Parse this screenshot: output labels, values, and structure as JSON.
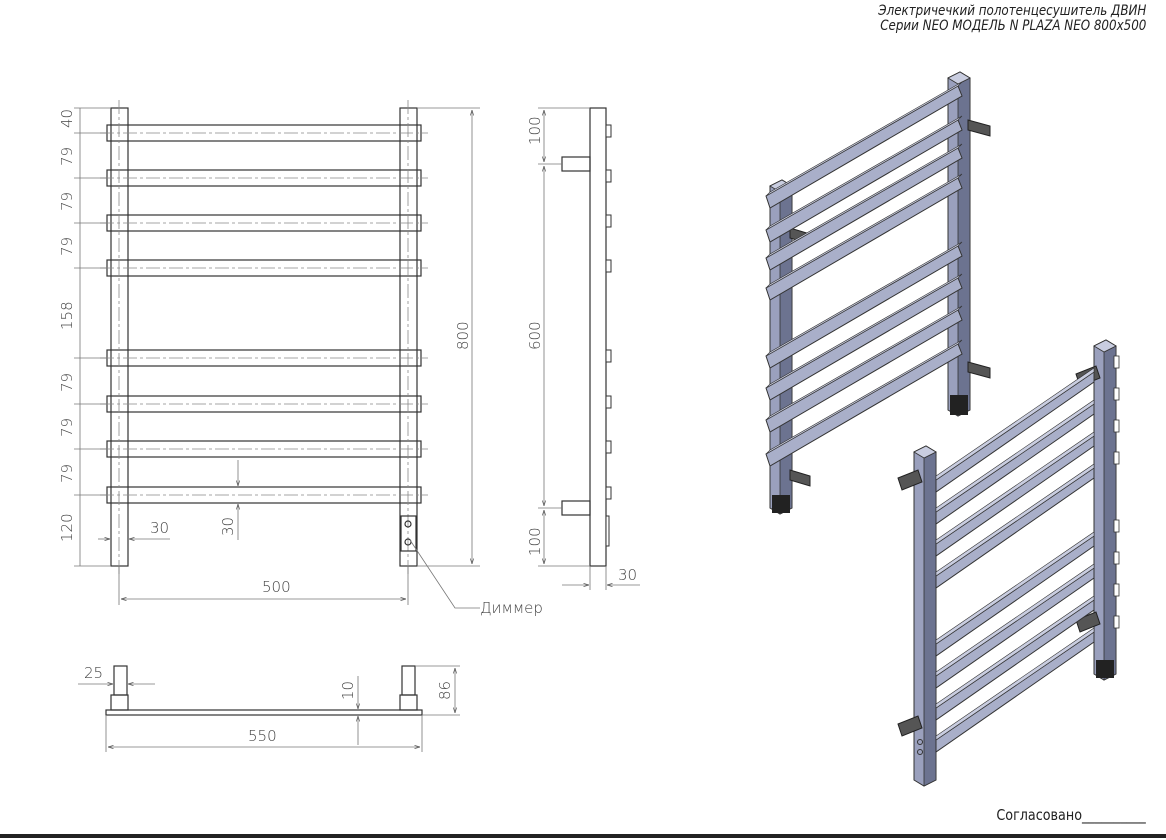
{
  "title": {
    "line1": "Электричечкий полотенцесушитель ДВИН",
    "line2": "Серии NEO МОДЕЛЬ N PLAZA NEO 800x500"
  },
  "signature": "Согласовано__________",
  "front_view": {
    "left_dims": [
      "40",
      "79",
      "79",
      "79",
      "158",
      "79",
      "79",
      "79",
      "120"
    ],
    "total_height": "800",
    "width_between_posts": "500",
    "post_width": "30",
    "bar_height": "30",
    "dimmer_label": "Диммер"
  },
  "side_view": {
    "top_offset": "100",
    "mount_span": "600",
    "bottom_offset": "100",
    "depth": "30"
  },
  "top_view": {
    "post_size": "25",
    "bar_thickness": "10",
    "overall_depth": "86",
    "overall_width": "550"
  },
  "colors": {
    "line": "#333333",
    "steel": "#a9afc9",
    "steel_dark": "#5d6480",
    "bracket": "#555555"
  }
}
